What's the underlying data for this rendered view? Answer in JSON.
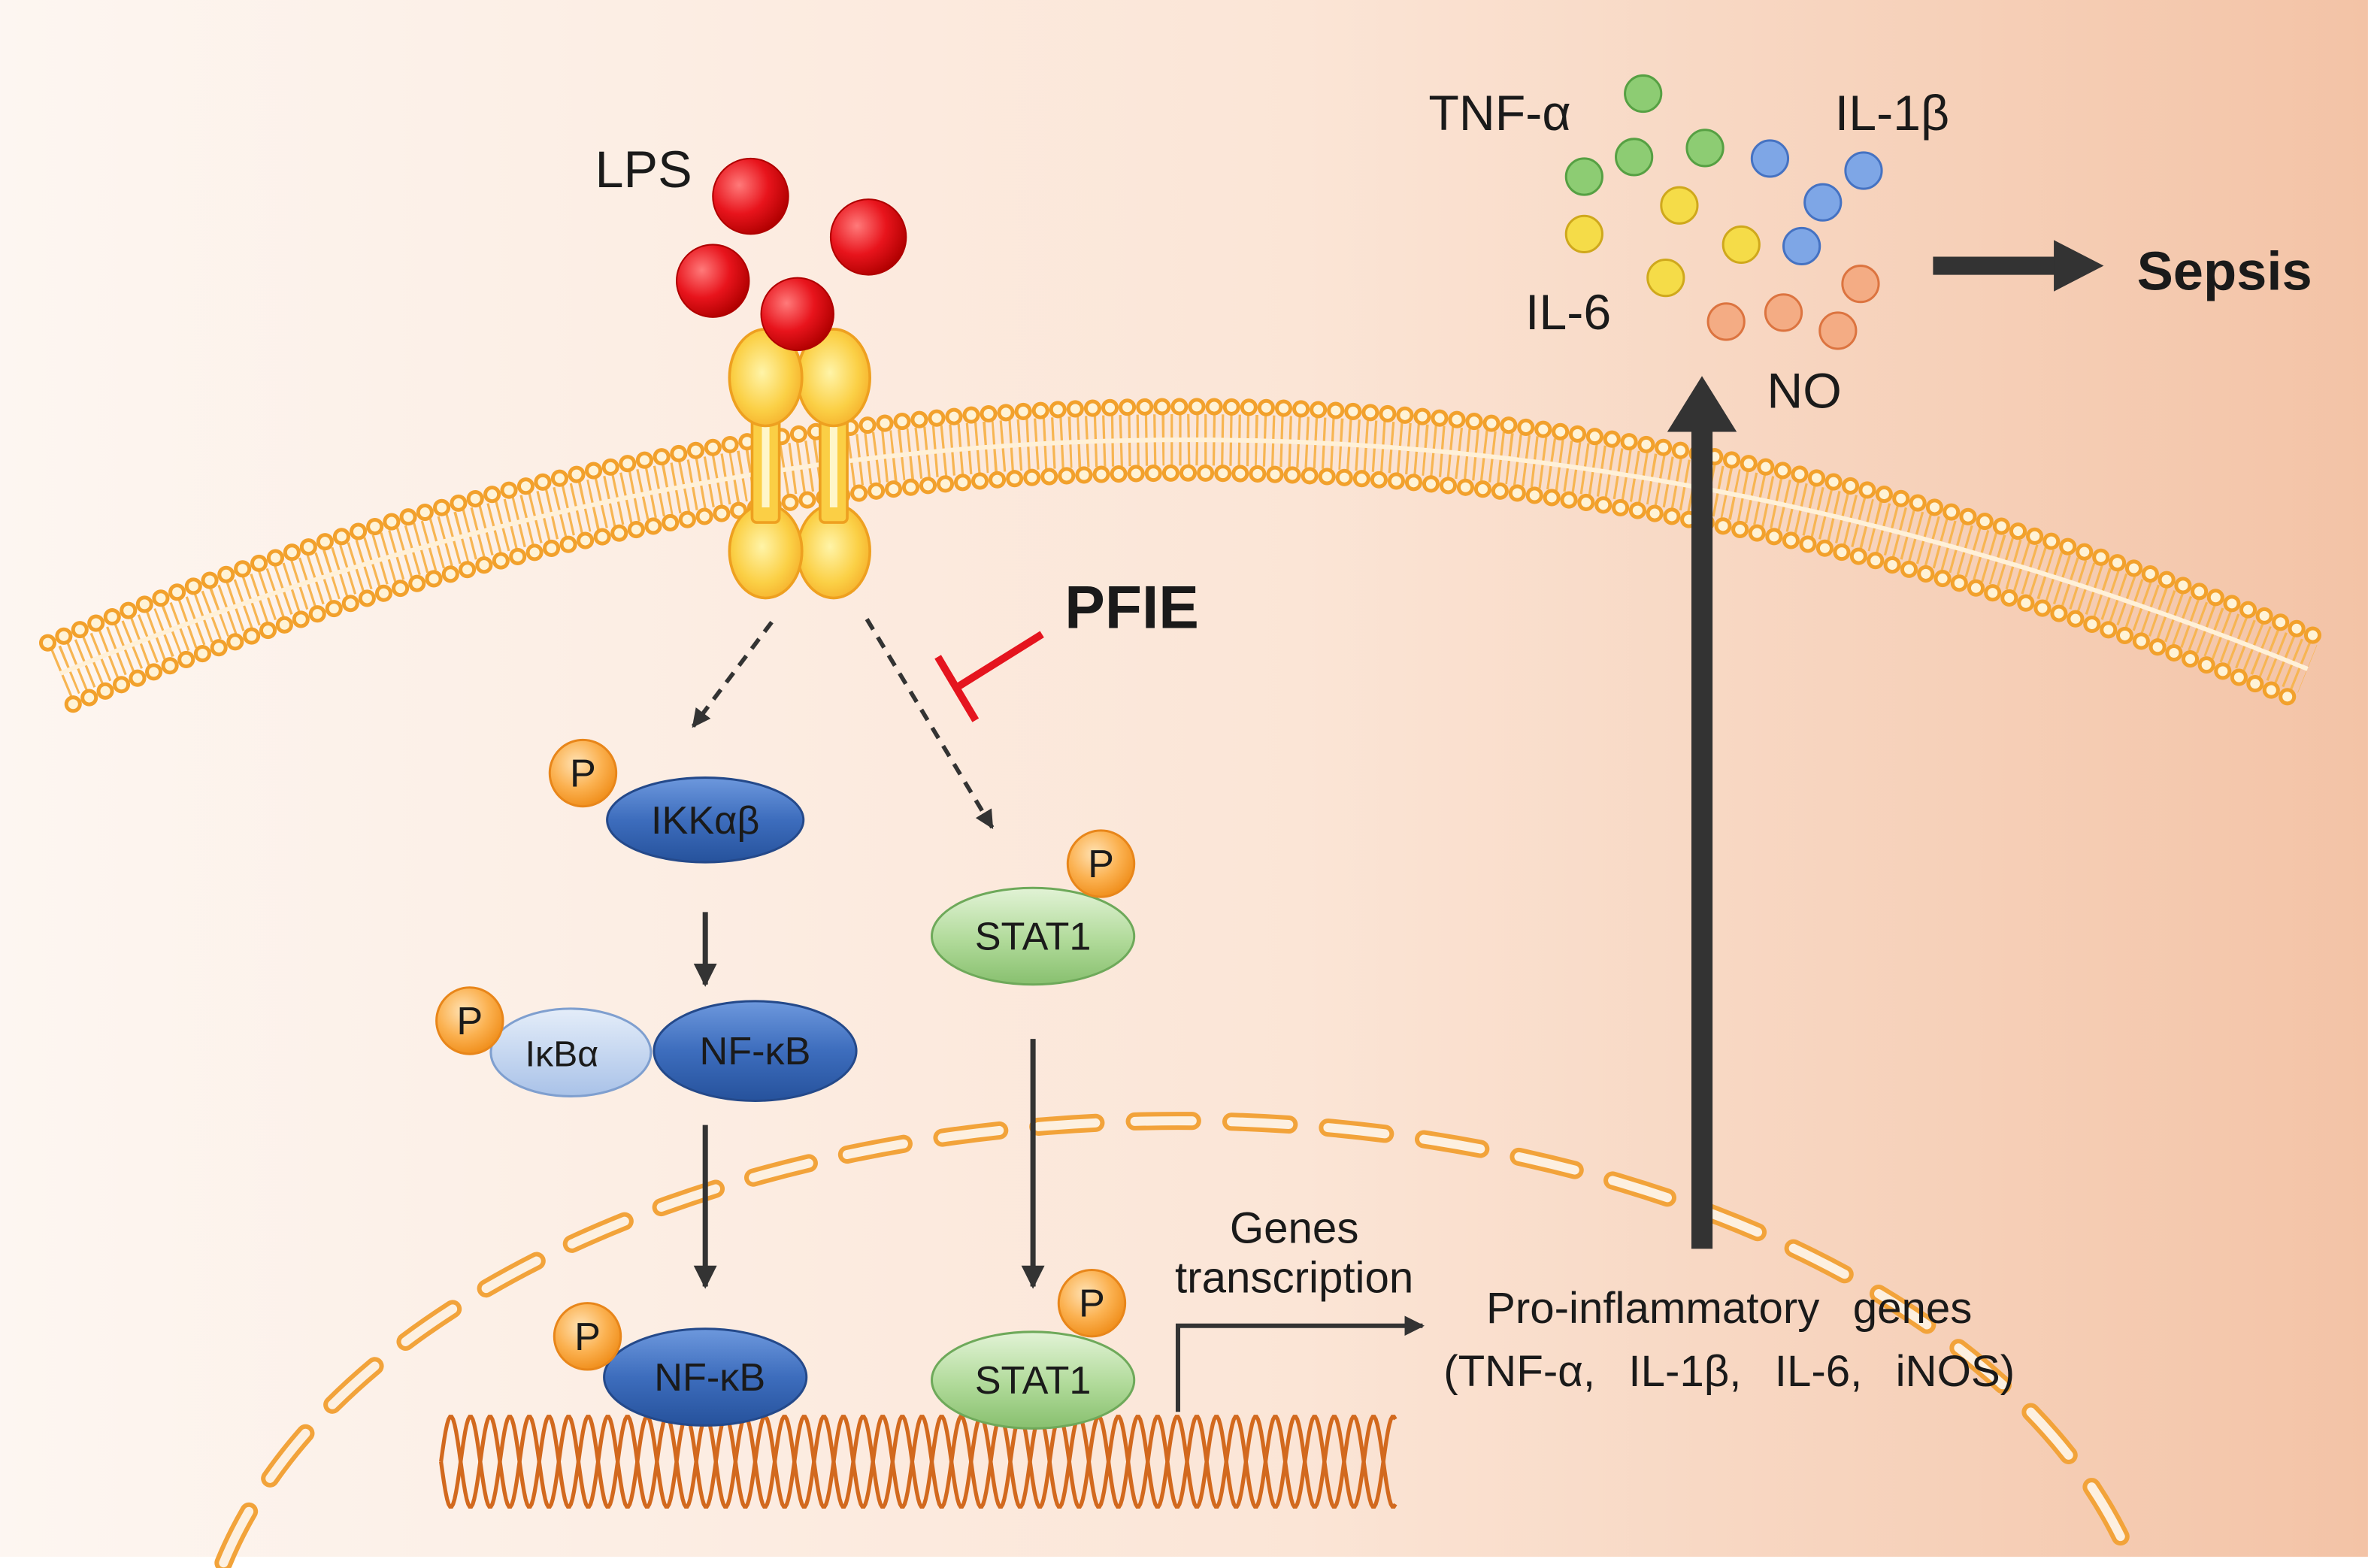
{
  "ligand": {
    "label": "LPS"
  },
  "inhibitor": {
    "label": "PFIE"
  },
  "proteins": {
    "ikk_complex": "IKKαβ",
    "ikba": "IκBα",
    "nfkb_cytoplasm": "NF-κB",
    "nfkb_nucleus": "NF-κB",
    "stat1_cytoplasm": "STAT1",
    "stat1_nucleus": "STAT1",
    "phospho": "P"
  },
  "transcription": {
    "line1": "Genes",
    "line2": "transcription"
  },
  "target_genes": {
    "line1": "Pro-inflammatory genes",
    "line2": "(TNF-α, IL-1β, IL-6, iNOS)"
  },
  "cytokines": {
    "tnf_a": "TNF-α",
    "il_1b": "IL-1β",
    "il_6": "IL-6",
    "no": "NO"
  },
  "outcome": {
    "label": "Sepsis"
  },
  "colors": {
    "inhibitor": "#e5141e",
    "arrow": "#333333",
    "tnf_a": "#8dcc73",
    "il_6": "#f5dc48",
    "il_1b": "#7ea6e6",
    "no": "#f4ac84",
    "membrane": "#f2a12c",
    "dna": "#d2691e"
  }
}
